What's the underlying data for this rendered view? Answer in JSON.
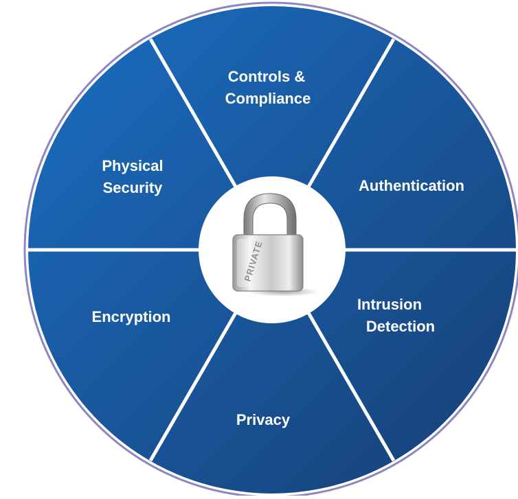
{
  "diagram": {
    "segments": [
      {
        "id": "controls",
        "lines": [
          "Controls &",
          "Compliance"
        ]
      },
      {
        "id": "authentication",
        "lines": [
          "Authentication"
        ]
      },
      {
        "id": "intrusion",
        "lines": [
          "Intrusion",
          "Detection"
        ]
      },
      {
        "id": "privacy",
        "lines": [
          "Privacy"
        ]
      },
      {
        "id": "encryption",
        "lines": [
          "Encryption"
        ]
      },
      {
        "id": "physical",
        "lines": [
          "Physical",
          "Security"
        ]
      }
    ],
    "center": {
      "icon": "padlock-icon",
      "label": "PRIVATE"
    },
    "colors": {
      "fill_light": "#1b6ec2",
      "fill_dark": "#173f75",
      "divider": "#ffffff",
      "rim": "#8a86c4",
      "hub": "#ffffff"
    }
  }
}
